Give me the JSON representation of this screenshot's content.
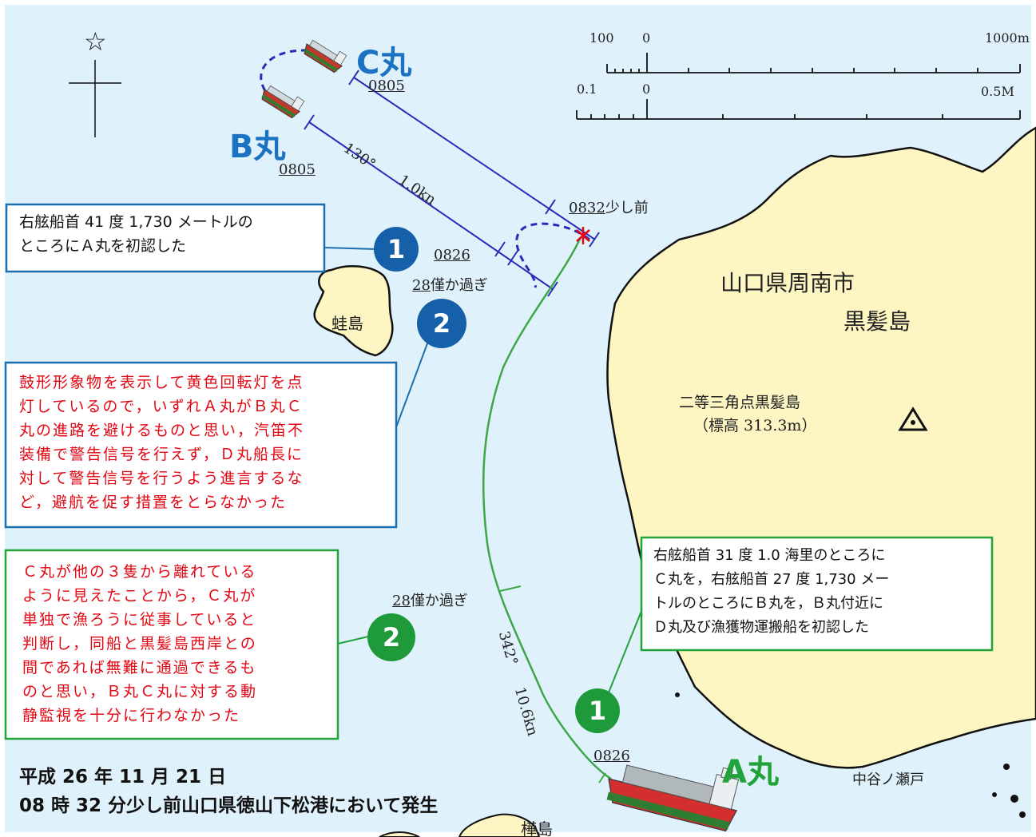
{
  "map": {
    "north_symbol": "☆",
    "scale": {
      "top_labels": [
        "100",
        "0",
        "1000m"
      ],
      "bottom_labels": [
        "0.1",
        "0",
        "0.5M"
      ]
    },
    "colors": {
      "sea": "#dff1fb",
      "land": "#fdf6c3",
      "b_track": "#2b2bb8",
      "a_track": "#3fa648",
      "ship_label_blue": "#1a73c2",
      "ship_label_green": "#22a33a",
      "annotation_red": "#e30613"
    },
    "ships": {
      "c_maru": "C丸",
      "b_maru": "B丸",
      "a_maru": "A丸"
    },
    "places": {
      "kaeru_jima": "蛙島",
      "city": "山口県周南市",
      "island": "黒髪島",
      "benchmark_1": "二等三角点黒髪島",
      "benchmark_2": "（標高 313.3m）",
      "strait": "中谷ノ瀬戸",
      "kaba_jima": "樺島"
    },
    "track_labels": {
      "c_time": "0805",
      "b_time": "0805",
      "b_course": "130°",
      "b_speed": "1.0kn",
      "collision_hour": "0832",
      "collision_suffix": "少し前",
      "b_0826": "0826",
      "b_28_num": "28",
      "b_28_suffix": "僅か過ぎ",
      "a_28_num": "28",
      "a_28_suffix": "僅か過ぎ",
      "a_course": "342°",
      "a_speed": "10.6kn",
      "a_time": "0826"
    },
    "callout_b1": {
      "badge": "1",
      "lines": [
        "右舷船首 41 度 1,730 メートルの",
        "ところにＡ丸を初認した"
      ]
    },
    "callout_b2": {
      "badge": "2",
      "lines": [
        "鼓形形象物を表示して黄色回転灯を点",
        "灯しているので，いずれＡ丸がＢ丸Ｃ",
        "丸の進路を避けるものと思い，汽笛不",
        "装備で警告信号を行えず，Ｄ丸船長に",
        "対して警告信号を行うよう進言するな",
        "ど，避航を促す措置をとらなかった"
      ]
    },
    "callout_a2": {
      "badge": "2",
      "lines": [
        "Ｃ丸が他の３隻から離れている",
        "ように見えたことから，Ｃ丸が",
        "単独で漁ろうに従事していると",
        "判断し，同船と黒髪島西岸との",
        "間であれば無難に通過できるも",
        "のと思い，Ｂ丸Ｃ丸に対する動",
        "静監視を十分に行わなかった"
      ]
    },
    "callout_a1": {
      "badge": "1",
      "lines": [
        "右舷船首 31 度 1.0 海里のところに",
        "Ｃ丸を，右舷船首 27 度 1,730 メー",
        "トルのところにＢ丸を，Ｂ丸付近に",
        "Ｄ丸及び漁獲物運搬船を初認した"
      ]
    },
    "caption": {
      "line1": "平成 26 年 11 月 21 日",
      "line2": "08 時 32 分少し前山口県徳山下松港において発生"
    }
  }
}
